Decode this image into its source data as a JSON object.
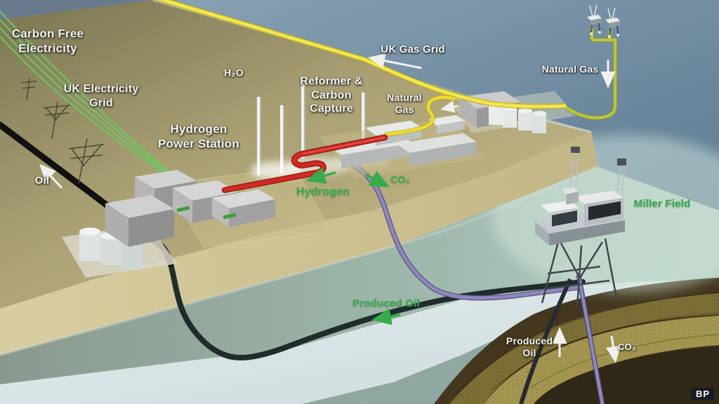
{
  "labels": {
    "carbon_free_electricity": "Carbon Free\nElectricity",
    "uk_electricity_grid": "UK Electricity\nGrid",
    "oil": "Oil",
    "h2o": "H₂O",
    "hydrogen_power_station": "Hydrogen\nPower Station",
    "reformer_carbon_capture": "Reformer &\nCarbon\nCapture",
    "uk_gas_grid": "UK Gas Grid",
    "natural_gas_terminal": "Natural\nGas",
    "natural_gas_offshore": "Natural Gas",
    "hydrogen": "Hydrogen",
    "co2_onshore": "CO₂",
    "miller_field": "Miller Field",
    "produced_oil_seabed": "Produced Oil",
    "produced_oil_reservoir": "Produced\nOil",
    "co2_reservoir": "CO₂"
  },
  "branding": {
    "logo": "BP"
  },
  "colors": {
    "label_white": "#f3f3f0",
    "label_green": "#35ab4a",
    "pipe_gas_yellow": "#ecd92f",
    "pipe_gas_offshore": "#b9c33f",
    "pipe_hydrogen_red": "#d02820",
    "pipe_co2_purple": "#8d86ba",
    "pipe_oil_black": "#0e0e0e",
    "electricity_green": "#6cc862",
    "land_tan": "#a89f72",
    "sea_blue": "#6f8ba0",
    "sea_teal": "#9ab4a8",
    "seabed_pale": "#e0eaea",
    "strata_brown": "#42351c"
  }
}
